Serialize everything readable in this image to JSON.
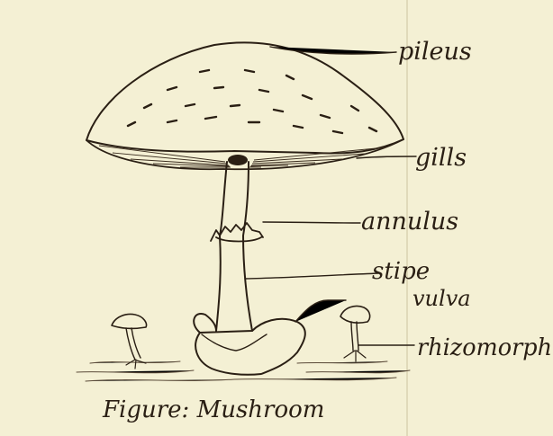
{
  "diagram": {
    "caption": "Figure: Mushroom",
    "labels": {
      "pileus": "pileus",
      "gills": "gills",
      "annulus": "annulus",
      "stipe": "stipe",
      "vulva": "vulva",
      "rhizomorph": "rhizomorph"
    }
  },
  "colors": {
    "paper": "#f4f0d4",
    "ink": "#2a1f14"
  }
}
